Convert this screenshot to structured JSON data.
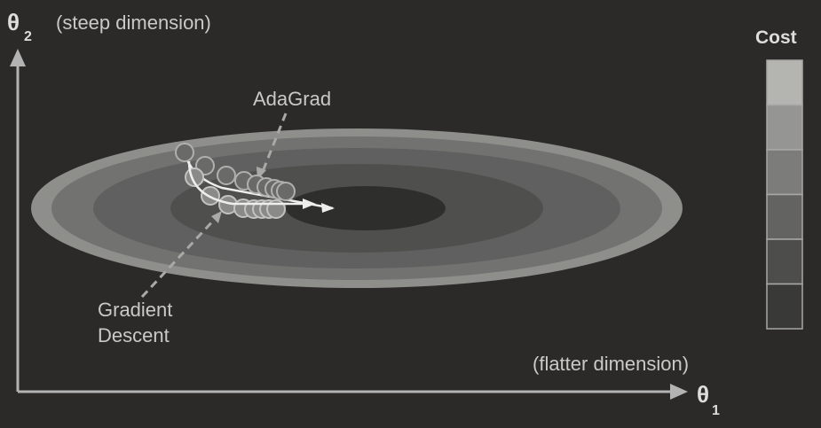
{
  "axes": {
    "y_symbol": "θ",
    "y_subscript": "2",
    "y_label": "(steep dimension)",
    "x_symbol": "θ",
    "x_subscript": "1",
    "x_label": "(flatter dimension)"
  },
  "legend": {
    "title": "Cost",
    "levels": [
      "#b4b4b0",
      "#959593",
      "#7c7c7a",
      "#636361",
      "#4d4d4b",
      "#393937"
    ]
  },
  "labels": {
    "adagrad": "AdaGrad",
    "gd_line1": "Gradient",
    "gd_line2": "Descent"
  },
  "colors": {
    "background": "#2b2a28",
    "axis": "#b3b3b3",
    "text": "#c9c9c9",
    "contour_outer": "#8e8e8b",
    "contour_2": "#727270",
    "contour_3": "#5e5e5c",
    "contour_center": "#2e2e2c"
  }
}
